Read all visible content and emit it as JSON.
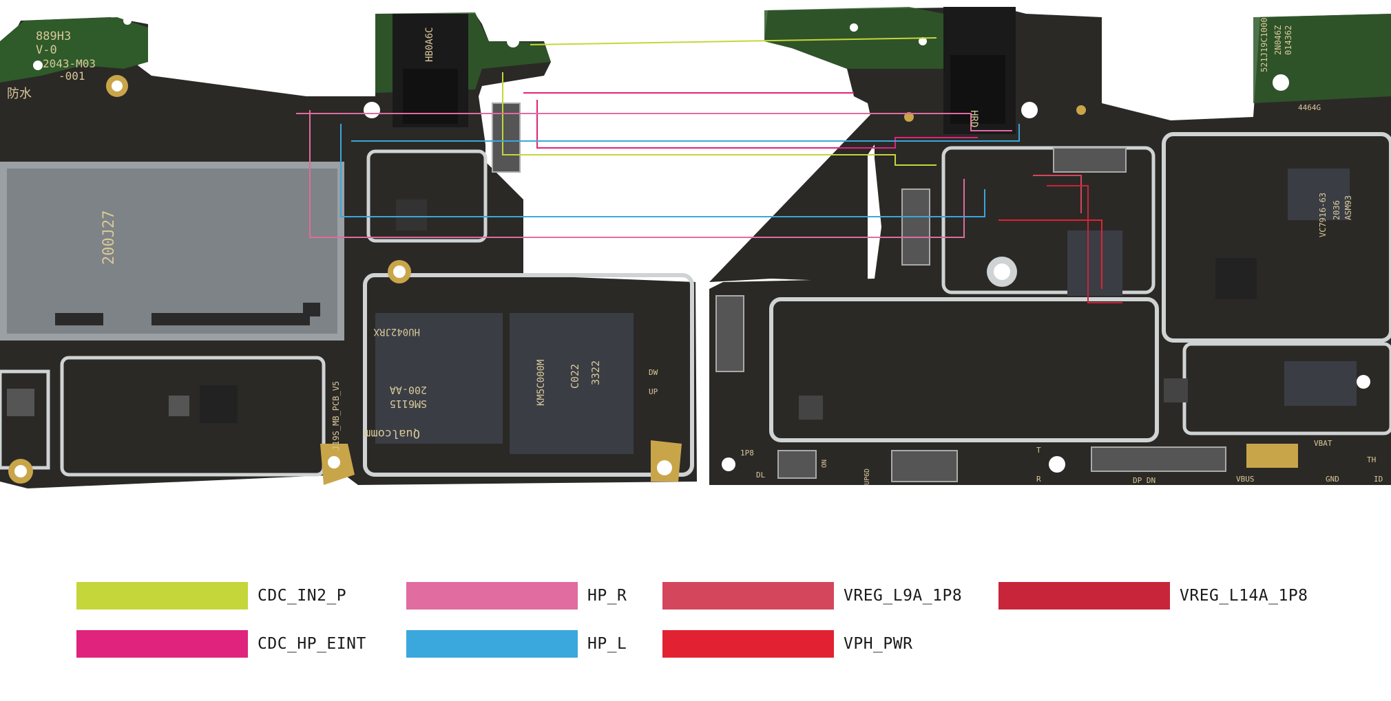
{
  "colors": {
    "board": "#2b2926",
    "board_green": "#2f5a2a",
    "silk": "#d9c89a",
    "gold": "#c9a54a",
    "shield": "#cfd3d4",
    "chip": "#3a3d44"
  },
  "board_labels": {
    "left_version": "889H3",
    "left_version2": "V-0",
    "left_date": "2043-M03",
    "left_rev": "-001",
    "left_mark": "防水",
    "left_sim": "200J27",
    "left_pcb": "J19S_MB_PCB_V5",
    "left_jack": "HB0A6C",
    "qualcomm_brand": "Qualcomm",
    "qualcomm_part": "SM6115",
    "qualcomm_part2": "200-AA",
    "qualcomm_code": "HU042JRX",
    "memory_part": "KM5C000M",
    "memory_code": "C022",
    "memory_code2": "3322",
    "right_serial": "521J19C1000",
    "right_code": "2N046Z",
    "right_code2": "014362",
    "right_chip": "VC7916-63",
    "right_chip2": "2036",
    "right_chip3": "ASM93",
    "right_jack": "HRD",
    "pad_vbat": "VBAT",
    "pad_gnd": "GND",
    "pad_vbus": "VBUS",
    "pad_dp_dn": "DP DN",
    "pad_id": "ID",
    "pad_th": "TH",
    "pad_dl": "DL",
    "pad_1p8": "1P8",
    "pad_up6d": "UP6D",
    "pad_dw": "DW",
    "pad_up": "UP",
    "pad_r": "R",
    "pad_t": "T",
    "pad_on": "ON",
    "right_4464": "4464G"
  },
  "legend": {
    "items": [
      {
        "label": "CDC_IN2_P",
        "color": "#c5d63a"
      },
      {
        "label": "HP_R",
        "color": "#e06ca0"
      },
      {
        "label": "VREG_L9A_1P8",
        "color": "#d4465c"
      },
      {
        "label": "VREG_L14A_1P8",
        "color": "#c8253a"
      },
      {
        "label": "CDC_HP_EINT",
        "color": "#e0237c"
      },
      {
        "label": "HP_L",
        "color": "#3aa7dd"
      },
      {
        "label": "VPH_PWR",
        "color": "#e22232"
      }
    ]
  }
}
